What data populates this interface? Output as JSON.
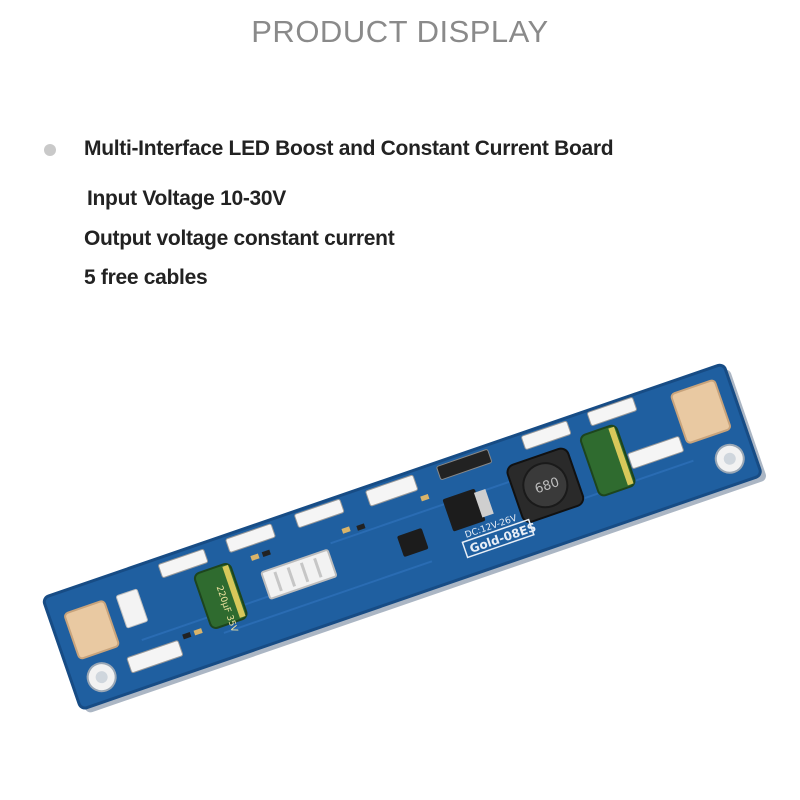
{
  "page_title": "PRODUCT DISPLAY",
  "features": [
    "Multi-Interface LED Boost and Constant Current Board",
    "Input Voltage 10-30V",
    "Output voltage constant current",
    "5 free cables"
  ],
  "board": {
    "model_label": "Gold-08ES",
    "input_label": "DC:12V-26V",
    "inductor_label": "680",
    "cap_left_label": "220μF 35V",
    "colors": {
      "pcb": "#1f5fa0",
      "pcb_edge": "#174c85",
      "connector_white": "#eeeeee",
      "connector_beige": "#e9c9a2",
      "capacitor": "#2f6b2f"
    }
  }
}
